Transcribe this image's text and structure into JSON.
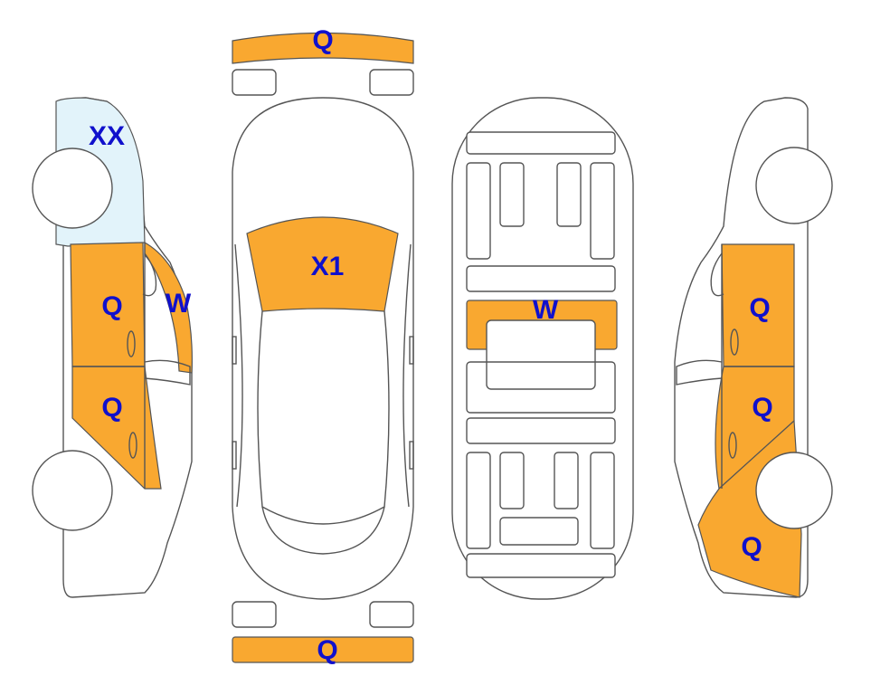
{
  "colors": {
    "damage": "#F9A830",
    "glass": "#E2F3FA",
    "label": "#1010CC",
    "outline": "#555555"
  },
  "labels": {
    "front_bumper": "Q",
    "rear_bumper": "Q",
    "windshield": "X1",
    "roof_panel": "W",
    "left_windshield": "XX",
    "left_a_pillar": "W",
    "left_front_door": "Q",
    "left_rear_door": "Q",
    "right_front_door": "Q",
    "right_rear_door": "Q",
    "right_quarter_panel": "Q"
  }
}
